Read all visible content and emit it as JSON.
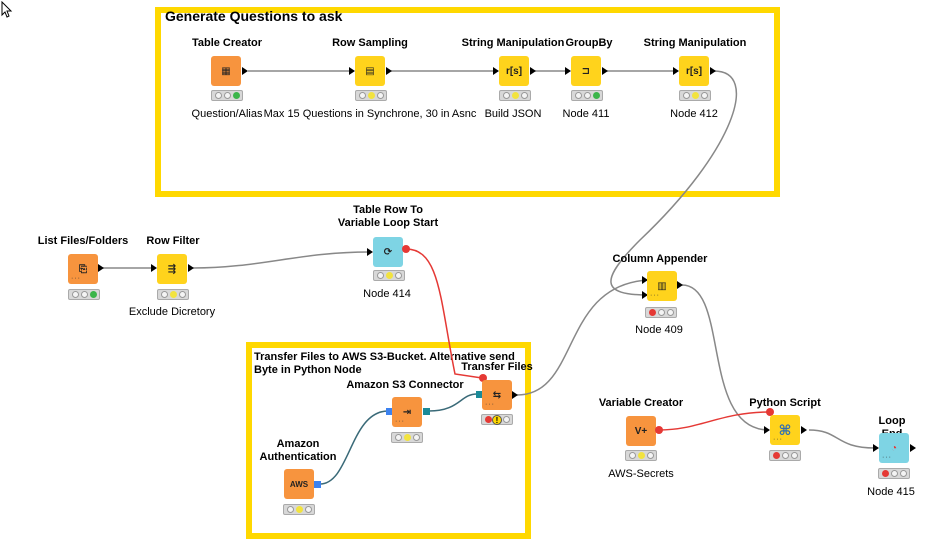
{
  "colors": {
    "annotation_border": "#ffd800",
    "node_source": "#f7943e",
    "node_manipulator": "#ffd31c",
    "node_flow": "#7ed4e4",
    "status_green": "#3bb54a",
    "status_yellow": "#f2e33f",
    "status_red": "#e53935",
    "variable_connection": "#e53935",
    "data_connection": "#888888"
  },
  "annotations": {
    "generate": {
      "title": "Generate Questions to ask"
    },
    "transfer": {
      "title": "Transfer Files to AWS S3-Bucket. Alternative send\nByte in Python Node"
    }
  },
  "nodes": {
    "table_creator": {
      "name": "Table Creator",
      "comment": "Question/Alias",
      "icon": "table-icon",
      "status": "green"
    },
    "row_sampling": {
      "name": "Row Sampling",
      "comment": "Max 15 Questions in Synchrone, 30 in Asnc",
      "icon": "sampling-grid-icon",
      "status": "yellow"
    },
    "string_manip_1": {
      "name": "String Manipulation",
      "comment": "Build JSON",
      "icon": "string-manipulation-icon",
      "glyph": "r[s]",
      "status": "yellow"
    },
    "groupby": {
      "name": "GroupBy",
      "comment": "Node 411",
      "icon": "groupby-icon",
      "status": "green"
    },
    "string_manip_2": {
      "name": "String Manipulation",
      "comment": "Node 412",
      "icon": "string-manipulation-icon",
      "glyph": "r[s]",
      "status": "yellow"
    },
    "list_files": {
      "name": "List Files/Folders",
      "comment": "",
      "icon": "list-files-icon",
      "status": "green"
    },
    "row_filter": {
      "name": "Row Filter",
      "comment": "Exclude Dicretory",
      "icon": "row-filter-icon",
      "status": "yellow"
    },
    "table_row_var": {
      "name": "Table Row To\nVariable Loop Start",
      "comment": "Node 414",
      "icon": "loop-start-icon",
      "status": "yellow"
    },
    "column_appender": {
      "name": "Column Appender",
      "comment": "Node 409",
      "icon": "column-appender-icon",
      "status": "red"
    },
    "amazon_s3": {
      "name": "Amazon S3 Connector",
      "comment": "",
      "icon": "s3-connector-icon",
      "status": "yellow"
    },
    "transfer_files": {
      "name": "Transfer Files",
      "comment": "",
      "icon": "transfer-files-icon",
      "status": "red",
      "warning": "!"
    },
    "amazon_auth": {
      "name": "Amazon\nAuthentication",
      "comment": "",
      "icon": "aws-icon",
      "glyph": "AWS",
      "status": "yellow"
    },
    "variable_creator": {
      "name": "Variable Creator",
      "comment": "AWS-Secrets",
      "icon": "variable-creator-icon",
      "glyph": "V+",
      "status": "yellow"
    },
    "python_script": {
      "name": "Python Script",
      "comment": "",
      "icon": "python-icon",
      "status": "red"
    },
    "loop_end": {
      "name": "Loop End",
      "comment": "Node 415",
      "icon": "loop-end-icon",
      "status": "red"
    }
  }
}
